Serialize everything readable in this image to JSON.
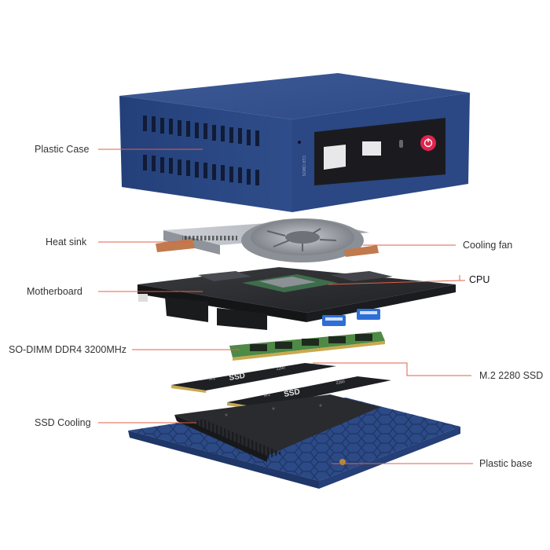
{
  "labels": {
    "plastic_case": "Plastic Case",
    "heat_sink": "Heat sink",
    "motherboard": "Motherboard",
    "sodimm": "SO-DIMM DDR4 3200MHz",
    "ssd_cooling": "SSD Cooling",
    "cooling_fan": "Cooling fan",
    "cpu": "CPU",
    "m2_ssd": "M.2 2280 SSD",
    "plastic_base": "Plastic base"
  },
  "device_text": {
    "case_side_print": "CLR CMOS",
    "ssd_sticker": "SSD",
    "ssd_size": "2280",
    "ssd_type": "M.2"
  },
  "colors": {
    "leader_line": "#e0604a",
    "case_blue": "#2c4a86",
    "case_top": "#3a5894",
    "front_panel": "#1b1b1f",
    "power_button": "#e0244f",
    "heatsink_metal": "#b9bcc2",
    "copper": "#c07a4e",
    "board_dark": "#2a2b2e",
    "ram_green": "#4e8a45",
    "usb_blue": "#2d6fd6",
    "base_blue": "#2c4a86"
  }
}
